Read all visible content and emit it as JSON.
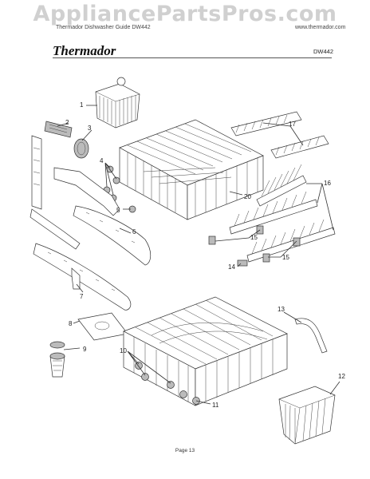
{
  "watermark": "AppliancePartsPros.com",
  "header": {
    "left_text": "Thermador Dishwasher Guide DW442",
    "right_text": "www.thermador.com"
  },
  "brand": "Thermador",
  "model": "DW442",
  "callouts": [
    "1",
    "2",
    "3",
    "4",
    "5",
    "6",
    "7",
    "8",
    "9",
    "10",
    "11",
    "12",
    "13",
    "14",
    "15",
    "15",
    "16",
    "17",
    "20"
  ],
  "footer": "Page 13"
}
